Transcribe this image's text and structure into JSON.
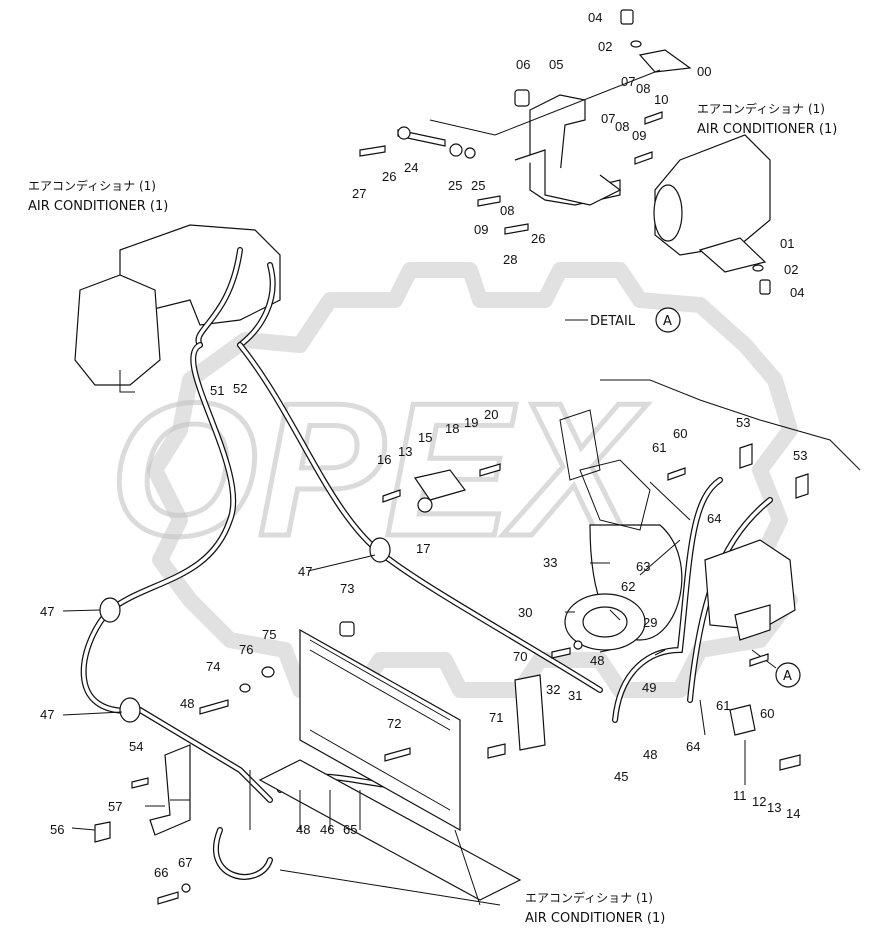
{
  "watermark": "OPEX",
  "captions": [
    {
      "id": "ac-top-right",
      "jp": "エアコンディショナ (1)",
      "en": "AIR CONDITIONER (1)"
    },
    {
      "id": "ac-top-left",
      "jp": "エアコンディショナ (1)",
      "en": "AIR CONDITIONER (1)"
    },
    {
      "id": "ac-bottom",
      "jp": "エアコンディショナ (1)",
      "en": "AIR CONDITIONER (1)"
    }
  ],
  "detail": {
    "label": "DETAIL",
    "ref": "A"
  },
  "detail_marker": "A",
  "part_numbers": [
    "04",
    "02",
    "00",
    "06",
    "05",
    "07",
    "08",
    "10",
    "07",
    "08",
    "09",
    "27",
    "26",
    "24",
    "25",
    "25",
    "09",
    "08",
    "28",
    "26",
    "01",
    "02",
    "04",
    "51",
    "52",
    "16",
    "13",
    "15",
    "18",
    "19",
    "20",
    "17",
    "47",
    "47",
    "47",
    "73",
    "74",
    "76",
    "75",
    "48",
    "54",
    "57",
    "56",
    "66",
    "67",
    "72",
    "71",
    "70",
    "33",
    "62",
    "63",
    "30",
    "32",
    "31",
    "29",
    "48",
    "49",
    "48",
    "45",
    "64",
    "64",
    "61",
    "60",
    "53",
    "53",
    "61",
    "60",
    "11",
    "12",
    "13",
    "14",
    "48",
    "46",
    "65"
  ]
}
